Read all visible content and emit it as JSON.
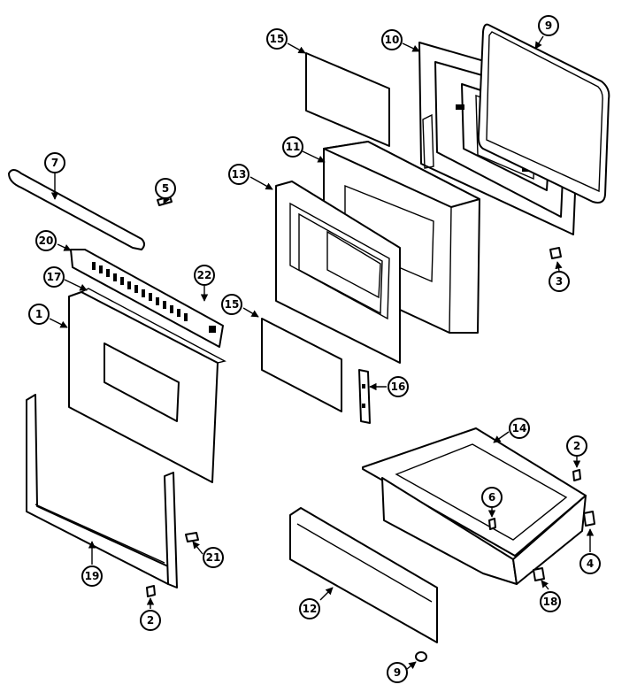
{
  "callouts": [
    {
      "label": "15"
    },
    {
      "label": "10"
    },
    {
      "label": "9"
    },
    {
      "label": "7"
    },
    {
      "label": "5"
    },
    {
      "label": "11"
    },
    {
      "label": "13"
    },
    {
      "label": "20"
    },
    {
      "label": "17"
    },
    {
      "label": "22"
    },
    {
      "label": "1"
    },
    {
      "label": "15"
    },
    {
      "label": "3"
    },
    {
      "label": "16"
    },
    {
      "label": "14"
    },
    {
      "label": "2"
    },
    {
      "label": "6"
    },
    {
      "label": "4"
    },
    {
      "label": "21"
    },
    {
      "label": "19"
    },
    {
      "label": "2"
    },
    {
      "label": "12"
    },
    {
      "label": "18"
    },
    {
      "label": "9"
    }
  ]
}
